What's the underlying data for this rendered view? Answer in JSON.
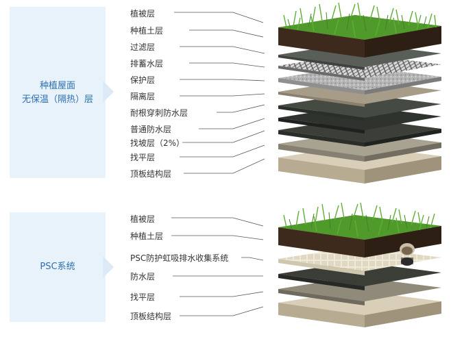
{
  "top": {
    "panel_title_1": "种植屋面",
    "panel_title_2": "无保温（隔热）层",
    "layers": [
      "植被层",
      "种植土层",
      "过滤层",
      "排蓄水层",
      "保护层",
      "隔离层",
      "耐根穿刺防水层",
      "普通防水层",
      "找坡层（2%）",
      "找平层",
      "顶板结构层"
    ]
  },
  "bottom": {
    "panel_title": "PSC系统",
    "layers": [
      "植被层",
      "种植土层",
      "PSC防护虹吸排水收集系统",
      "防水层",
      "找平层",
      "顶板结构层"
    ]
  },
  "colors": {
    "panel_bg": "#e8f2fb",
    "panel_text": "#2d6fae",
    "grass": "#4f9a2a",
    "soil": "#3d2a1c"
  }
}
